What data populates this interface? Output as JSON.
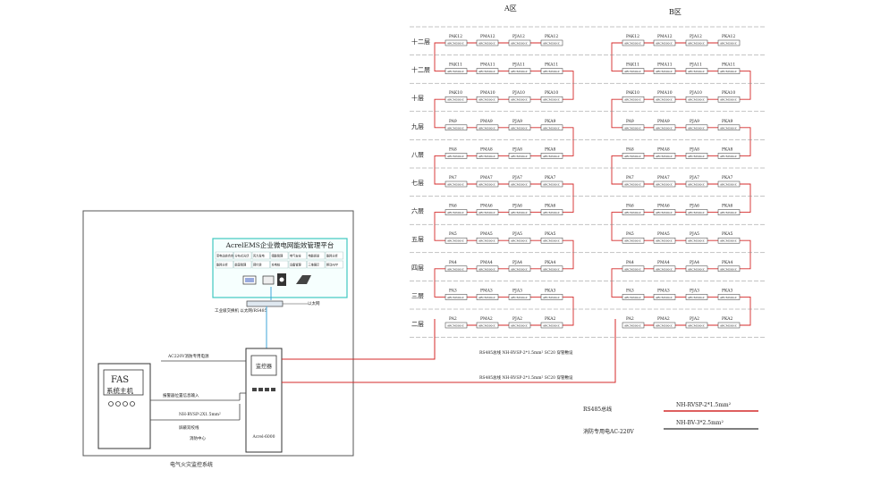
{
  "zones": [
    "A区",
    "B区"
  ],
  "floor_labels": [
    "十二层",
    "十二层",
    "十层",
    "九层",
    "八层",
    "七层",
    "六层",
    "五层",
    "四层",
    "三层",
    "二层"
  ],
  "row_labels": [
    {
      "a": [
        "PAK12",
        "PMA12",
        "PJA12",
        "PKA12"
      ],
      "b": [
        "PAK12",
        "PMA12",
        "PJA12",
        "PKA12"
      ]
    },
    {
      "a": [
        "PAK11",
        "PMA11",
        "PJA11",
        "PKA11"
      ],
      "b": [
        "PAK11",
        "PMA11",
        "PJA11",
        "PKA11"
      ]
    },
    {
      "a": [
        "PAK10",
        "PMA10",
        "PJA10",
        "PKA10"
      ],
      "b": [
        "PAK10",
        "PMA10",
        "PJA10",
        "PKA10"
      ]
    },
    {
      "a": [
        "PA9",
        "PMA9",
        "PJA9",
        "PKA9"
      ],
      "b": [
        "PA9",
        "PMA9",
        "PJA9",
        "PKA9"
      ]
    },
    {
      "a": [
        "PA8",
        "PMA8",
        "PJA8",
        "PKA8"
      ],
      "b": [
        "PA8",
        "PMA8",
        "PJA8",
        "PKA8"
      ]
    },
    {
      "a": [
        "PA7",
        "PMA7",
        "PJA7",
        "PKA7"
      ],
      "b": [
        "PA7",
        "PMA7",
        "PJA7",
        "PKA7"
      ]
    },
    {
      "a": [
        "PA6",
        "PMA6",
        "PJA6",
        "PKA6"
      ],
      "b": [
        "PA6",
        "PMA6",
        "PJA6",
        "PKA6"
      ]
    },
    {
      "a": [
        "PA5",
        "PMA5",
        "PJA5",
        "PKA5"
      ],
      "b": [
        "PA5",
        "PMA5",
        "PJA5",
        "PKA5"
      ]
    },
    {
      "a": [
        "PA4",
        "PMA4",
        "PJA4",
        "PKA4"
      ],
      "b": [
        "PA4",
        "PMA4",
        "PJA4",
        "PKA4"
      ]
    },
    {
      "a": [
        "PA3",
        "PMA3",
        "PJA3",
        "PKA3"
      ],
      "b": [
        "PA3",
        "PMA3",
        "PJA3",
        "PKA3"
      ]
    },
    {
      "a": [
        "PA2",
        "PMA2",
        "PJA2",
        "PKA2"
      ],
      "b": [
        "PA2",
        "PMA2",
        "PJA2",
        "PKA2"
      ]
    }
  ],
  "device_text": "ARCM300-Z",
  "platform": {
    "title": "AcrelEMS企业微电网能效管理平台",
    "modules_row1": [
      "变电站综合自动化",
      "分布式光伏",
      "风力发电",
      "储能管理",
      "电气安全",
      "电能质量",
      "能耗分析"
    ],
    "modules_row2": [
      "能耗分析",
      "能源管理",
      "预付费",
      "充电桩",
      "设备管理",
      "三维展示",
      "移动APP"
    ]
  },
  "switch_caption": "工业级交换机 以太网/RS485",
  "hub_label": "以太网",
  "monitor": {
    "label": "监控器",
    "model": "Acrel-6000"
  },
  "fas": {
    "title": "FAS",
    "subtitle": "系统主机"
  },
  "left_labels": {
    "ac_power": "AC220V消防专用电源",
    "alarm_input": "报警器位置信息输入",
    "cable": "NH-RVSP-2X1.5mm²",
    "shield": "屏蔽双绞线",
    "fire_center": "消防中心",
    "system_title": "电气火灾监控系统"
  },
  "bus_labels": {
    "line1": "RS485总线 NH-RVSP-2*1.5mm² SC20 穿管敷设",
    "line2": "RS485总线 NH-RVSP-2*1.5mm² SC20 穿管敷设"
  },
  "legend": {
    "rs485": "RS485总线",
    "rs485_cable": "NH-RVSP-2*1.5mm²",
    "fire_power": "消防专用电AC-220V",
    "power_cable": "NH-BV-3*2.5mm²"
  },
  "colors": {
    "bus": "#d42a2a",
    "line": "#444444"
  }
}
